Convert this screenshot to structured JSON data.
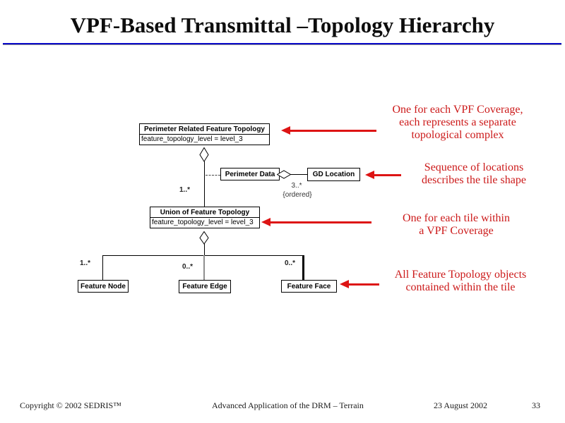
{
  "title": "VPF-Based Transmittal –Topology Hierarchy",
  "colors": {
    "title_underline_blue": "#0a0ac8",
    "annotation_red": "#cc1a1a",
    "arrow_red": "#dd1414",
    "box_border": "#000000",
    "background": "#ffffff"
  },
  "diagram": {
    "perimeter_related_feature_topology": {
      "name": "Perimeter Related Feature Topology",
      "attribute": "feature_topology_level = level_3"
    },
    "perimeter_data": {
      "name": "Perimeter Data"
    },
    "gd_location": {
      "name": "GD Location"
    },
    "union_of_feature_topology": {
      "name": "Union of Feature Topology",
      "attribute": "feature_topology_level = level_3"
    },
    "feature_node": {
      "name": "Feature Node"
    },
    "feature_edge": {
      "name": "Feature Edge"
    },
    "feature_face": {
      "name": "Feature Face"
    },
    "multiplicities": {
      "union_upper": "1..*",
      "gd_location": "3..*",
      "gd_location_constraint": "{ordered}",
      "feature_node": "1..*",
      "feature_edge": "0..*",
      "feature_face": "0..*"
    }
  },
  "annotations": [
    {
      "lines": [
        "One for each VPF Coverage,",
        "each represents a separate",
        "topological complex"
      ]
    },
    {
      "lines": [
        "Sequence of locations",
        "describes the tile shape"
      ]
    },
    {
      "lines": [
        "One for each tile within",
        "a VPF Coverage"
      ]
    },
    {
      "lines": [
        "All Feature Topology objects",
        "contained within the tile"
      ]
    }
  ],
  "footer": {
    "copyright": "Copyright © 2002 SEDRIS™",
    "center": "Advanced Application of the DRM – Terrain",
    "date": "23 August 2002",
    "page": "33"
  }
}
